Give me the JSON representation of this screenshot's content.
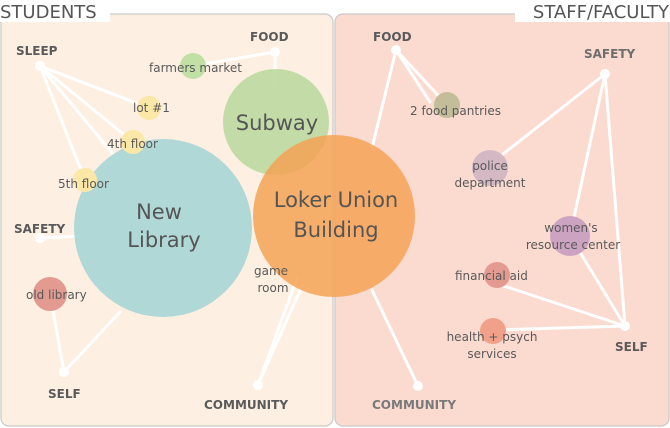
{
  "panels": {
    "students": {
      "title": "STUDENTS",
      "bg": "#fdf0e2",
      "border": "#c9c9c9"
    },
    "staff": {
      "title": "STAFF/FACULTY",
      "bg": "#fbdad0",
      "border": "#c9c9c9"
    }
  },
  "colors": {
    "line": "#ffffff",
    "new_library": "#a9d6d6",
    "loker_union": "#f5a256",
    "subway": "#bcd9a1",
    "yellow_dot": "#fbe8a6",
    "green_dot": "#c2dfa6",
    "red_dot": "#e39a90",
    "purple_dot": "#cca3c0",
    "olive_dot": "#c4bd9a",
    "mauve_dot": "#d4b8c4",
    "salmon_dot": "#f1a08a",
    "category_text": "#5a5a5a",
    "node_text": "#5a5a5a",
    "big_text": "#555555"
  },
  "students": {
    "categories": {
      "sleep": "SLEEP",
      "food": "FOOD",
      "safety": "SAFETY",
      "self": "SELF",
      "community": "COMMUNITY"
    },
    "places": {
      "farmers_market": "farmers market",
      "lot1": "lot #1",
      "fourth_floor": "4th floor",
      "fifth_floor": "5th floor",
      "old_library": "old library",
      "game_room_line1": "game",
      "game_room_line2": "room",
      "new_library_line1": "New",
      "new_library_line2": "Library",
      "subway": "Subway"
    }
  },
  "shared": {
    "loker_line1": "Loker Union",
    "loker_line2": "Building"
  },
  "staff": {
    "categories": {
      "food": "FOOD",
      "safety": "SAFETY",
      "self": "SELF",
      "community": "COMMUNITY"
    },
    "places": {
      "food_pantries": "2 food pantries",
      "police_line1": "police",
      "police_line2": "department",
      "womens_line1": "women's",
      "womens_line2": "resource center",
      "financial_aid": "financial aid",
      "health_line1": "health + psych",
      "health_line2": "services"
    }
  }
}
